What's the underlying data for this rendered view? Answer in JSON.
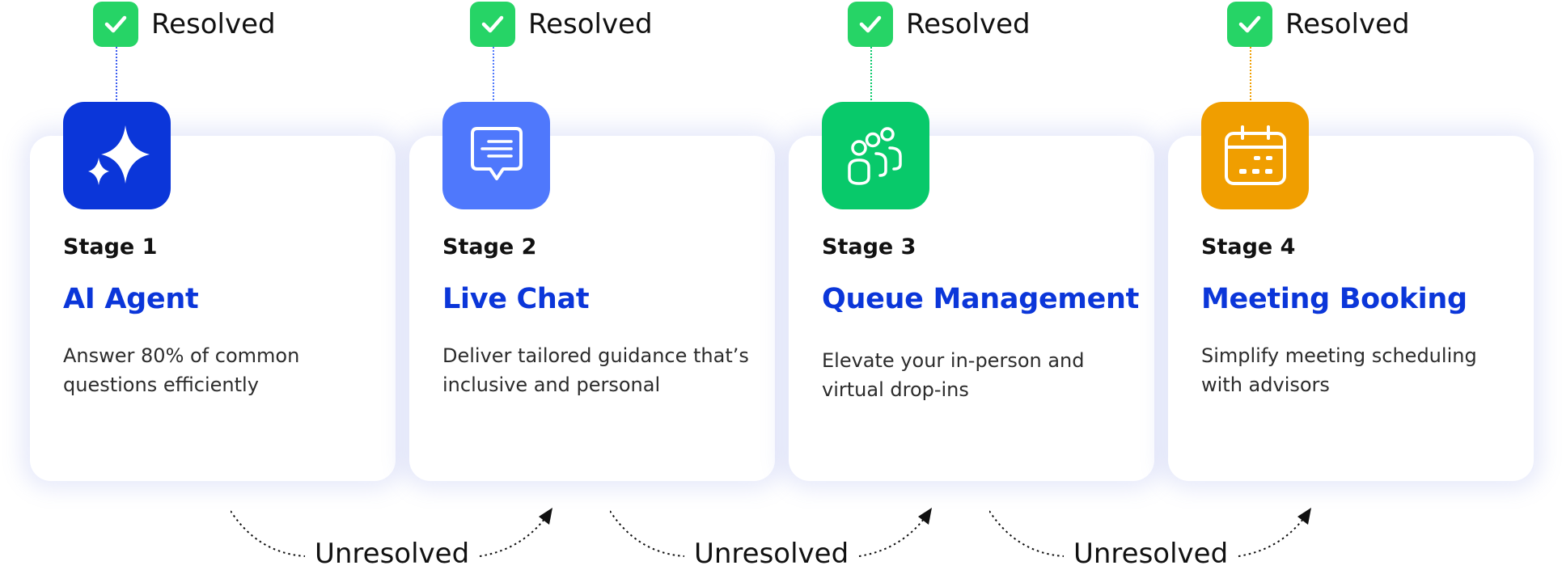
{
  "colors": {
    "resolved_badge": "#26d466",
    "title": "#0b36d9",
    "stage1_icon_bg": "#0b36d9",
    "stage2_icon_bg": "#4f78fc",
    "stage3_icon_bg": "#08c96a",
    "stage4_icon_bg": "#f09e00"
  },
  "stages": [
    {
      "badge_label": "Resolved",
      "stage_label": "Stage  1",
      "title": "AI Agent",
      "description": "Answer 80% of common questions efficiently",
      "icon": "sparkle-icon"
    },
    {
      "badge_label": "Resolved",
      "stage_label": "Stage  2",
      "title": "Live Chat",
      "description": "Deliver tailored guidance that’s inclusive and personal",
      "icon": "chat-bubble-icon"
    },
    {
      "badge_label": "Resolved",
      "stage_label": "Stage 3",
      "title": "Queue Management",
      "description": "Elevate your in-person and virtual drop-ins",
      "icon": "people-group-icon"
    },
    {
      "badge_label": "Resolved",
      "stage_label": "Stage  4",
      "title": "Meeting Booking",
      "description": "Simplify meeting scheduling with advisors",
      "icon": "calendar-icon"
    }
  ],
  "transitions": [
    {
      "label": "Unresolved"
    },
    {
      "label": "Unresolved"
    },
    {
      "label": "Unresolved"
    }
  ]
}
